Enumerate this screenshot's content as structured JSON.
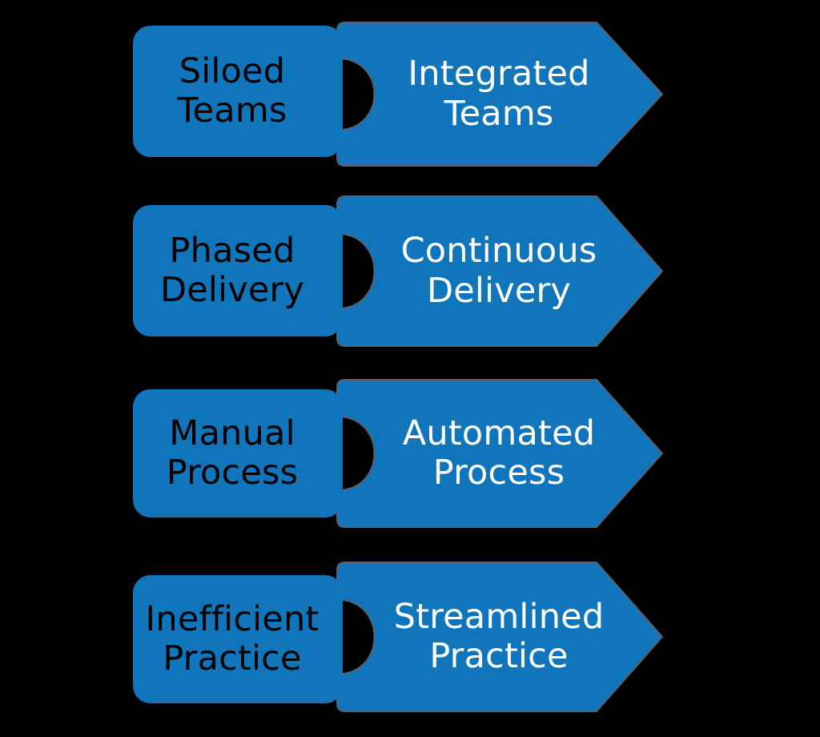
{
  "background_color": "#000000",
  "theme": {
    "shape_fill": "#1175bc",
    "notch_edge": "#5a6072",
    "before_text_color": "#000000",
    "after_text_color": "#ffffff"
  },
  "diagram": {
    "type": "before-after-chevron-list",
    "rows": [
      {
        "id": "row-teams",
        "before": {
          "line1": "Siloed",
          "line2": "Teams"
        },
        "after": {
          "line1": "Integrated",
          "line2": "Teams"
        }
      },
      {
        "id": "row-delivery",
        "before": {
          "line1": "Phased",
          "line2": "Delivery"
        },
        "after": {
          "line1": "Continuous",
          "line2": "Delivery"
        }
      },
      {
        "id": "row-process",
        "before": {
          "line1": "Manual",
          "line2": "Process"
        },
        "after": {
          "line1": "Automated",
          "line2": "Process"
        }
      },
      {
        "id": "row-practice",
        "before": {
          "line1": "Inefficient",
          "line2": "Practice"
        },
        "after": {
          "line1": "Streamlined",
          "line2": "Practice"
        }
      }
    ]
  }
}
